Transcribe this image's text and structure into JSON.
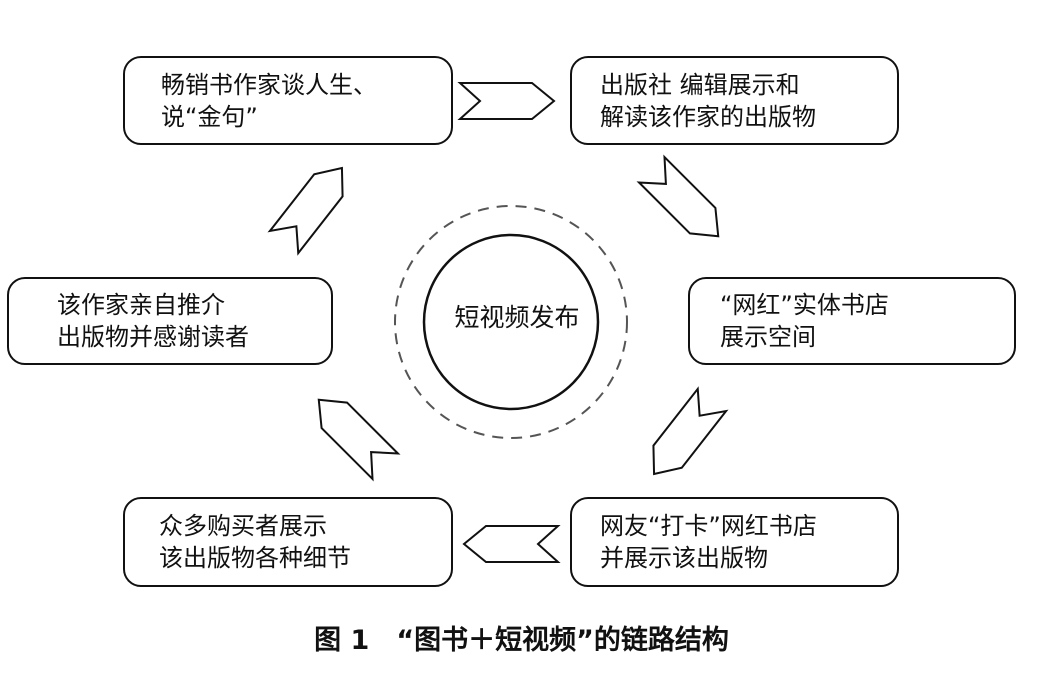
{
  "diagram": {
    "center": "短视频发布",
    "nodes": {
      "top_left": [
        "畅销书作家谈人生、",
        "说“金句”"
      ],
      "top_right": [
        "出版社 编辑展示和",
        "解读该作家的出版物"
      ],
      "right": [
        "“网红”实体书店",
        "展示空间"
      ],
      "bottom_right": [
        "网友“打卡”网红书店",
        "并展示该出版物"
      ],
      "bottom_left": [
        "众多购买者展示",
        "该出版物各种细节"
      ],
      "left": [
        "该作家亲自推介",
        "出版物并感谢读者"
      ]
    },
    "caption": "图 1　“图书＋短视频”的链路结构",
    "colors": {
      "stroke": "#111111",
      "dashed_ring": "#555555",
      "background": "#ffffff"
    }
  }
}
